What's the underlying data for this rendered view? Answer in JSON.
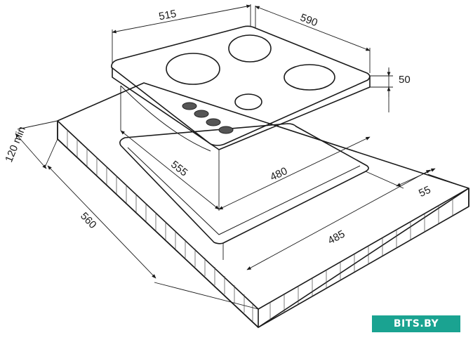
{
  "dimensions": {
    "hob_width": "515",
    "hob_depth": "590",
    "hob_height": "50",
    "cutout_depth": "555",
    "cutout_width": "480",
    "rear_clearance": "55",
    "countertop_clearance": "485",
    "countertop_depth": "560",
    "min_height": "120 min"
  },
  "watermark": "BITS.BY",
  "colors": {
    "line": "#1a1a1a",
    "watermark_bg": "#1aa391",
    "background": "#ffffff"
  }
}
